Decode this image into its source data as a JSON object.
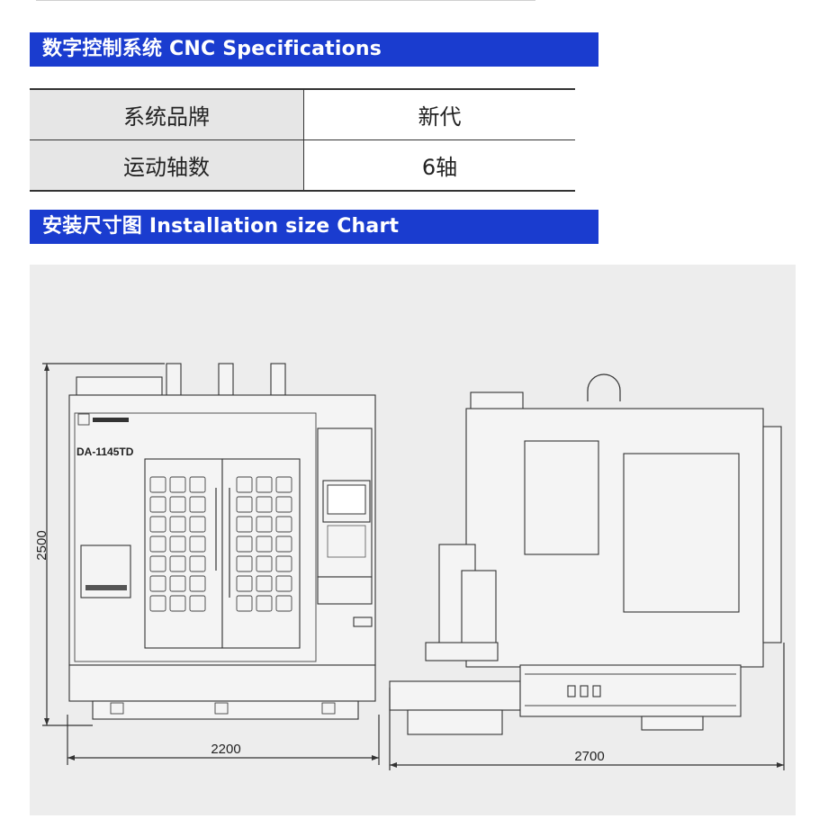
{
  "cnc_section": {
    "title": "数字控制系统 CNC Specifications"
  },
  "spec_table": {
    "rows": [
      {
        "label": "系统品牌",
        "value": "新代"
      },
      {
        "label": "运动轴数",
        "value": "6轴"
      }
    ]
  },
  "install_section": {
    "title": "安装尺寸图   Installation size Chart"
  },
  "drawing": {
    "front_view": {
      "brand_text": "DA-1145TD",
      "height_dim": "2500",
      "width_dim": "2200"
    },
    "side_view": {
      "width_dim": "2700"
    }
  }
}
